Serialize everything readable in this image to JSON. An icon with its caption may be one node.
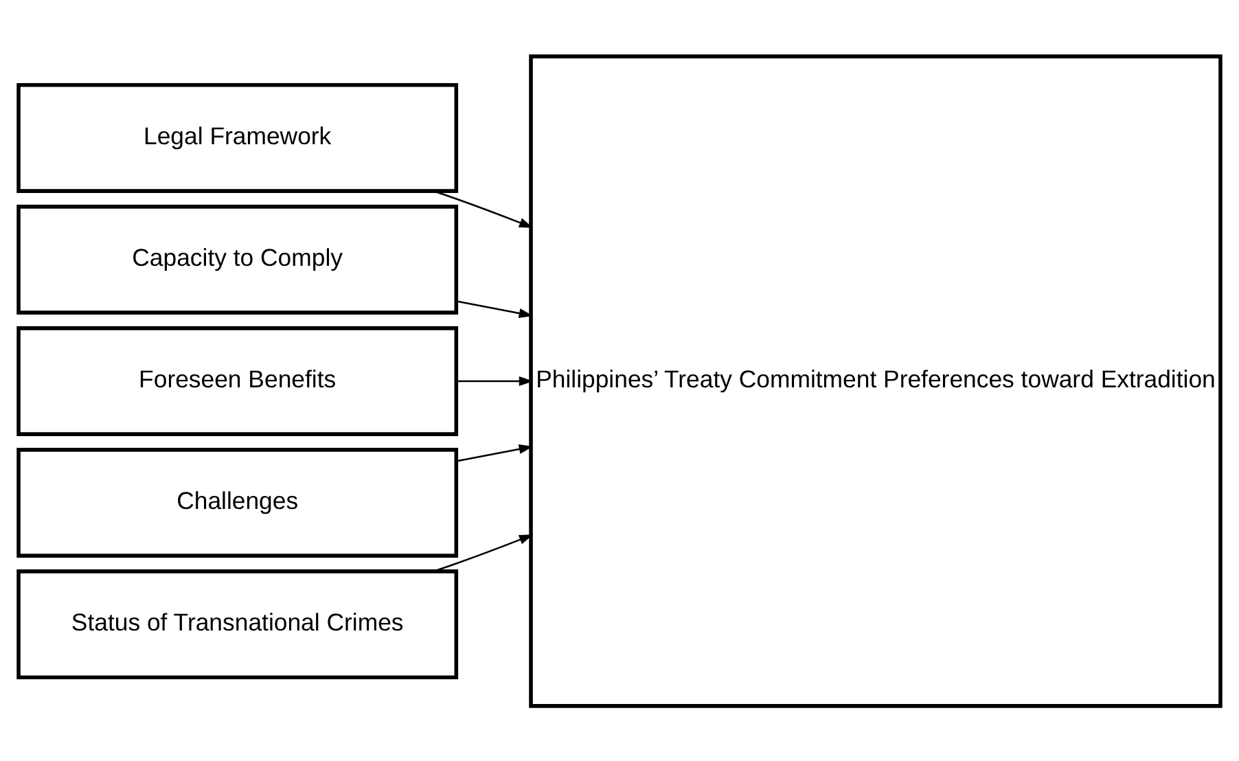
{
  "diagram": {
    "nodes": [
      {
        "text": [
          "Legal Framework"
        ]
      },
      {
        "text": [
          "Capacity to Comply"
        ]
      },
      {
        "text": [
          "Foreseen Benefits"
        ]
      },
      {
        "text": [
          "Challenges"
        ]
      },
      {
        "text": [
          "Status of Transnational Crimes"
        ]
      },
      {
        "text": [
          "Philippines’ Treaty Commitment Preferences toward Extradition"
        ]
      }
    ],
    "edges": [
      {
        "from": 0,
        "to": 5,
        "arrow": "to"
      },
      {
        "from": 1,
        "to": 5,
        "arrow": "to"
      },
      {
        "from": 2,
        "to": 5,
        "arrow": "to"
      },
      {
        "from": 3,
        "to": 5,
        "arrow": "to"
      },
      {
        "from": 4,
        "to": 5,
        "arrow": "to"
      }
    ]
  }
}
